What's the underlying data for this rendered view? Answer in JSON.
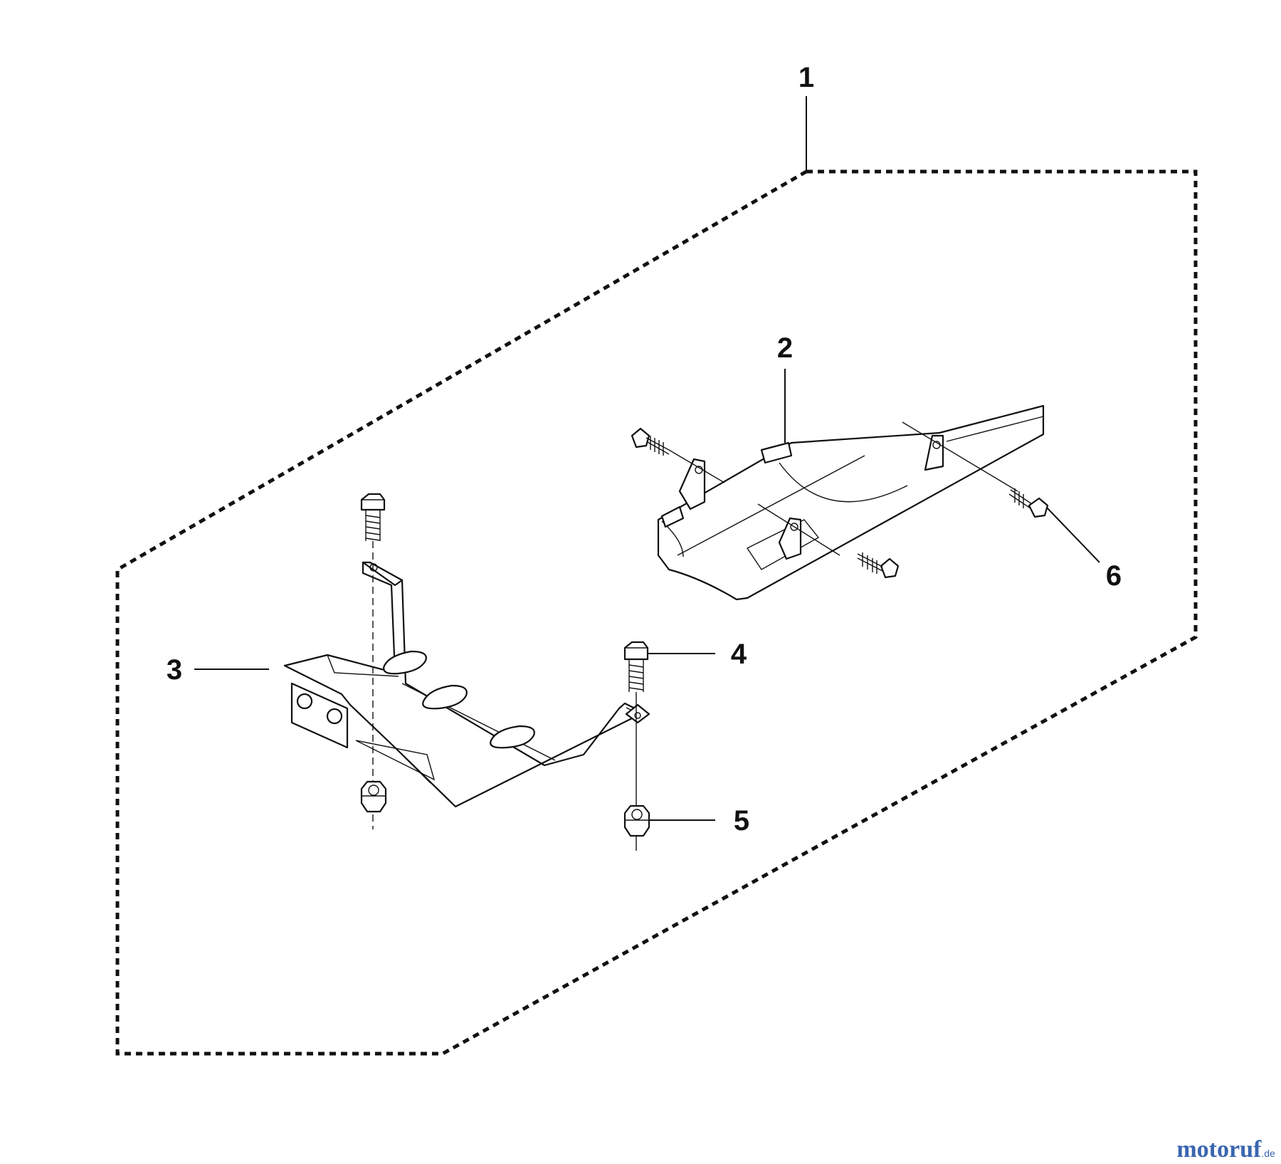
{
  "callouts": {
    "c1": "1",
    "c2": "2",
    "c3": "3",
    "c4": "4",
    "c5": "5",
    "c6": "6"
  },
  "watermark": {
    "text_main": "motoruf",
    "text_suffix": ".de",
    "color_primary": "#3a66b0",
    "color_accent": "#e0a020"
  }
}
